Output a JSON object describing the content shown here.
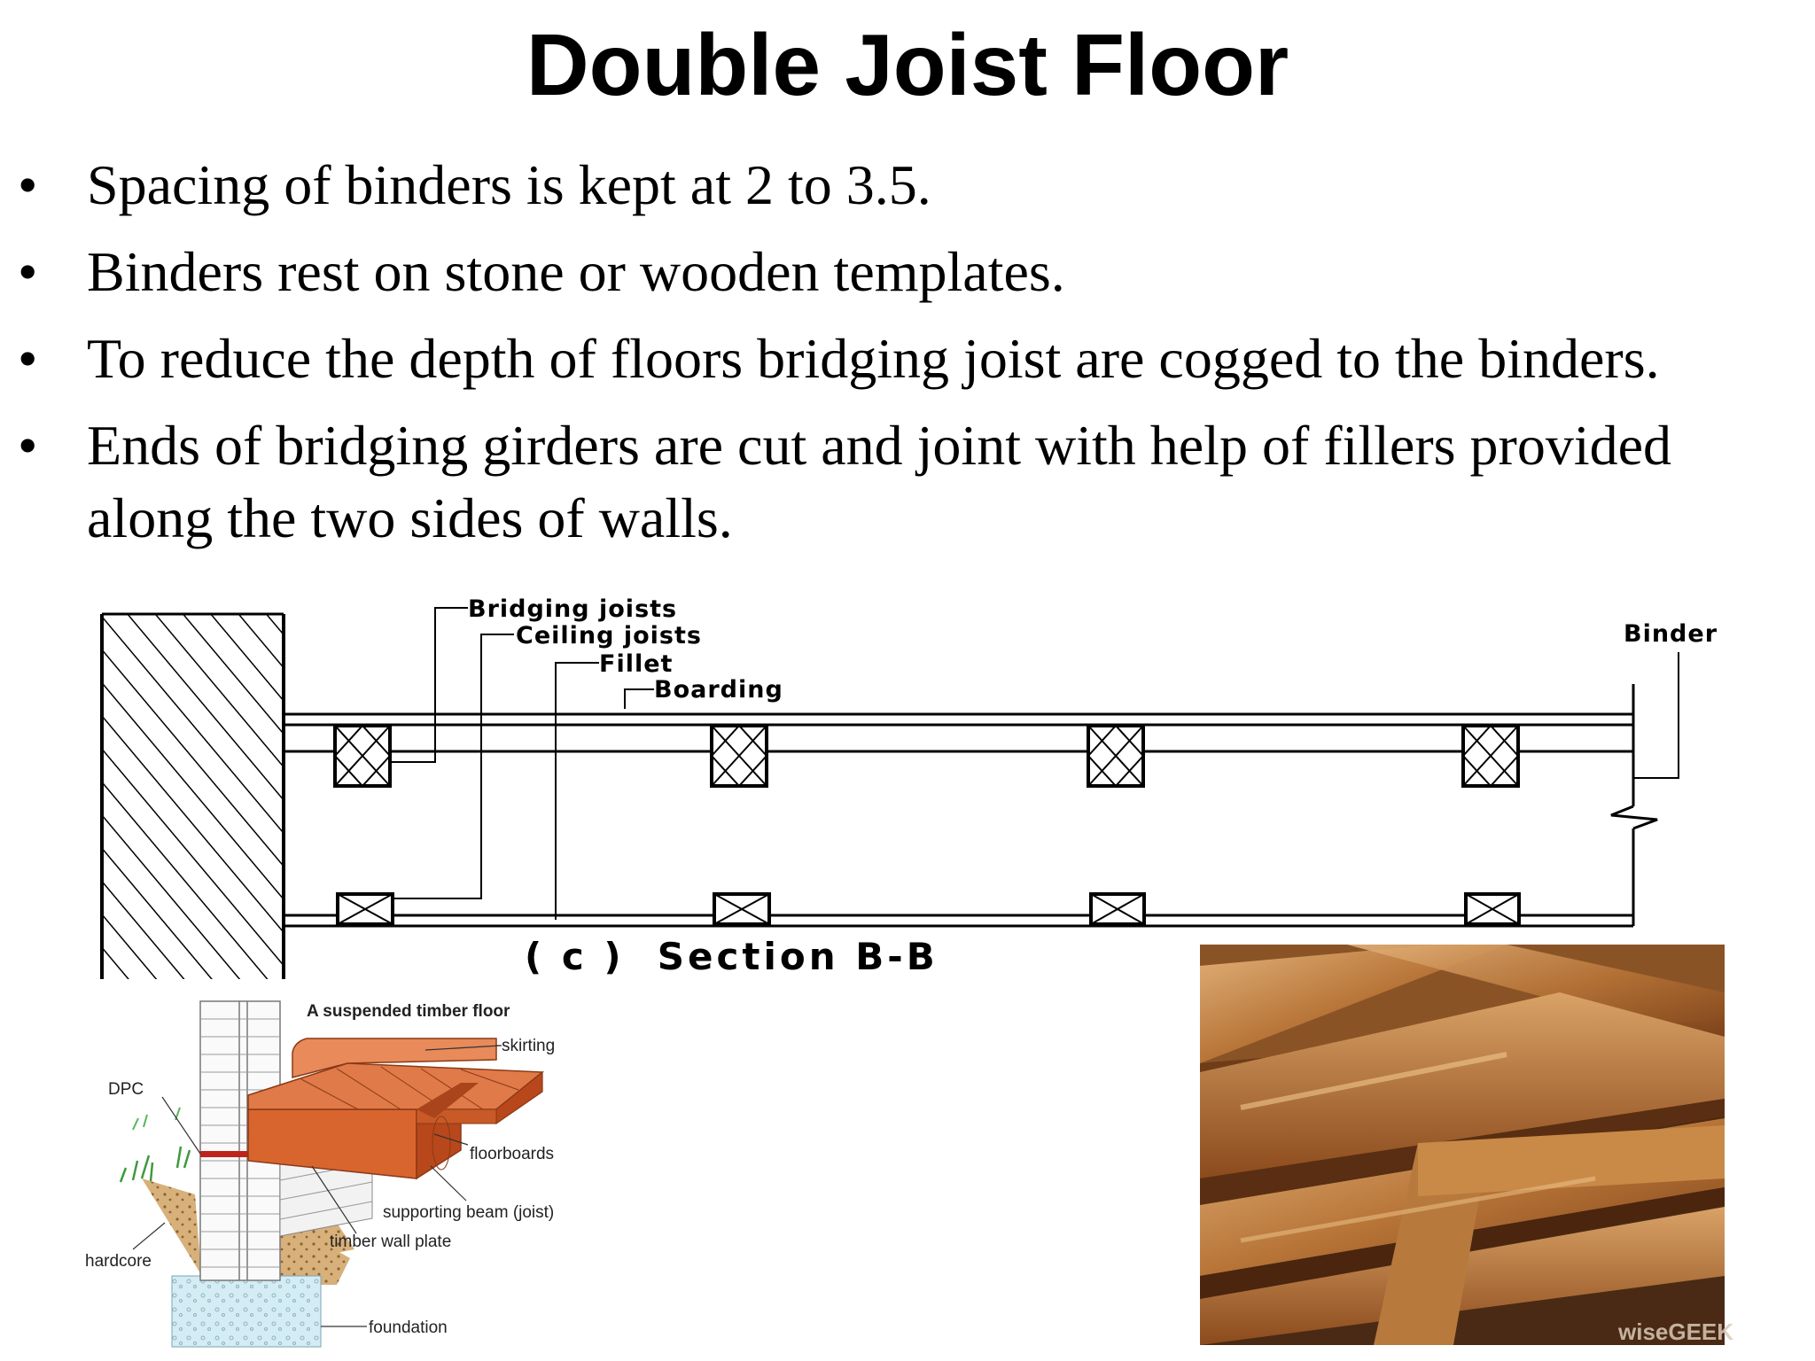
{
  "slide": {
    "title": "Double Joist Floor",
    "bullets": [
      "Spacing of binders is kept at 2 to 3.5.",
      "Binders rest on stone or wooden templates.",
      "To reduce the depth of floors bridging joist are cogged to the binders.",
      "Ends of bridging girders are cut and joint with help of fillers provided along the two sides of walls."
    ],
    "bullet_glyph": "•"
  },
  "section_drawing": {
    "labels": {
      "bridging_joists": "Bridging joists",
      "ceiling_joists": "Ceiling joists",
      "fillet": "Fillet",
      "boarding": "Boarding",
      "binder": "Binder"
    },
    "caption": "( c )  Section B-B"
  },
  "timber_floor_diagram": {
    "title": "A suspended timber floor",
    "labels": {
      "skirting": "skirting",
      "dpc": "DPC",
      "floorboards": "floorboards",
      "supporting_beam": "supporting beam (joist)",
      "timber_wall_plate": "timber wall plate",
      "hardcore": "hardcore",
      "foundation": "foundation"
    },
    "colors": {
      "timber": "#d9652e",
      "timber_dark": "#b8471b",
      "dpc": "#c0221c",
      "hardcore": "#c9a06a",
      "foundation": "#cfe8f0"
    }
  },
  "photo": {
    "watermark": "wiseGEEK",
    "colors": {
      "wood_light": "#d49a5c",
      "wood_mid": "#a8652d",
      "wood_dark": "#5a2e12"
    }
  }
}
